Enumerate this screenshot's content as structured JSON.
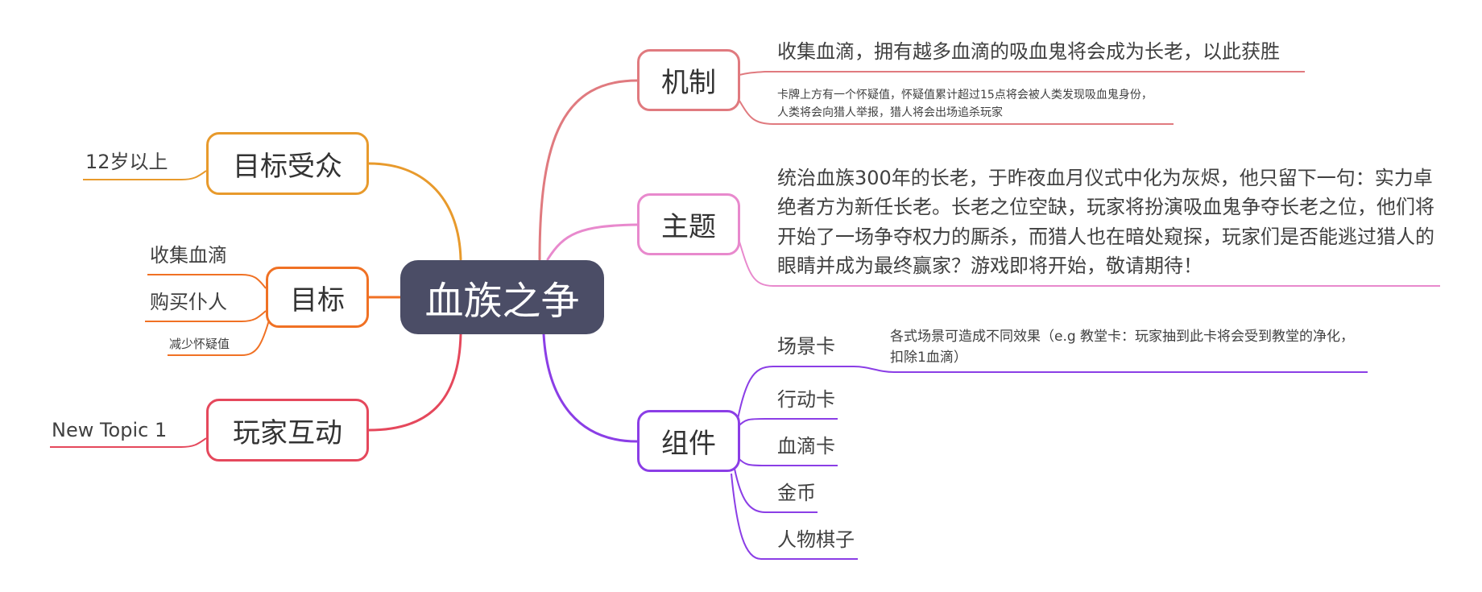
{
  "central": "血族之争",
  "colors": {
    "central": "#4b4d66",
    "mechanism": "#e07a7f",
    "theme": "#e889cd",
    "components": "#8b3ee6",
    "audience": "#e89a2c",
    "goal": "#f07124",
    "interaction": "#e5485c"
  },
  "mechanism": {
    "label": "机制",
    "item1": "收集血滴，拥有越多血滴的吸血鬼将会成为长老，以此获胜",
    "item2": "卡牌上方有一个怀疑值，怀疑值累计超过15点将会被人类发现吸血鬼身份，人类将会向猎人举报，猎人将会出场追杀玩家"
  },
  "theme": {
    "label": "主题",
    "text": "统治血族300年的长老，于昨夜血月仪式中化为灰烬，他只留下一句：实力卓绝者方为新任长老。长老之位空缺，玩家将扮演吸血鬼争夺长老之位，他们将开始了一场争夺权力的厮杀，而猎人也在暗处窥探，玩家们是否能逃过猎人的眼睛并成为最终赢家？游戏即将开始，敬请期待！"
  },
  "components": {
    "label": "组件",
    "scene": {
      "label": "场景卡",
      "desc": "各式场景可造成不同效果（e.g 教堂卡：玩家抽到此卡将会受到教堂的净化，扣除1血滴）"
    },
    "items": [
      "行动卡",
      "血滴卡",
      "金币",
      "人物棋子"
    ]
  },
  "audience": {
    "label": "目标受众",
    "item": "12岁以上"
  },
  "goal": {
    "label": "目标",
    "items": [
      "收集血滴",
      "购买仆人",
      "减少怀疑值"
    ]
  },
  "interaction": {
    "label": "玩家互动",
    "item": "New Topic 1"
  }
}
